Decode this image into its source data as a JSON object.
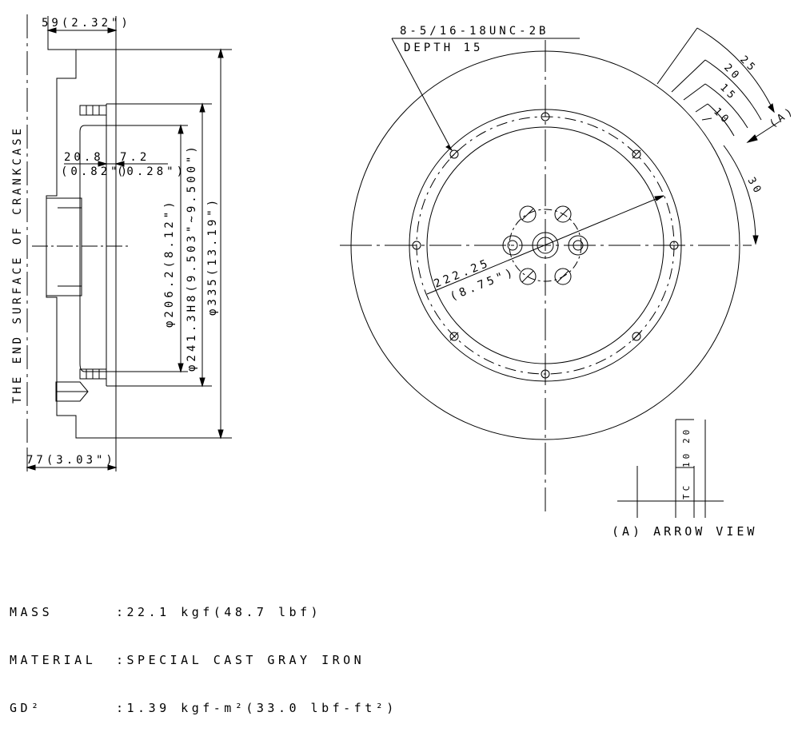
{
  "side_view": {
    "dim_top": "59(2.32\")",
    "dim_bottom": "77(3.03\")",
    "dim_20_8": "20.8",
    "dim_20_8_in": "(0.82\")",
    "dim_7_2": "7.2",
    "dim_7_2_in": "(0.28\")",
    "dia_206": "φ206.2(8.12\")",
    "dia_241": "φ241.3H8(9.503\"~9.500\")",
    "dia_335": "φ335(13.19\")",
    "vertical_note": "THE END SURFACE OF CRANKCASE"
  },
  "front_view": {
    "thread_note": "8-5/16-18UNC-2B",
    "depth_note": "DEPTH 15",
    "radius_dim": "222.25",
    "radius_dim_in": "(8.75\")",
    "angle_25": "25",
    "angle_20": "20",
    "angle_15": "15",
    "angle_10": "10",
    "angle_30": "30",
    "arrow_label": "(A)"
  },
  "arrow_view": {
    "title": "(A) ARROW VIEW",
    "marks": [
      "20",
      "10",
      "TC"
    ]
  },
  "specs": [
    {
      "label": "MASS",
      "value": ":22.1 kgf(48.7 lbf)"
    },
    {
      "label": "MATERIAL",
      "value": ":SPECIAL CAST GRAY IRON"
    },
    {
      "label": "GD²",
      "value": ":1.39 kgf-m²(33.0 lbf-ft²)"
    }
  ]
}
